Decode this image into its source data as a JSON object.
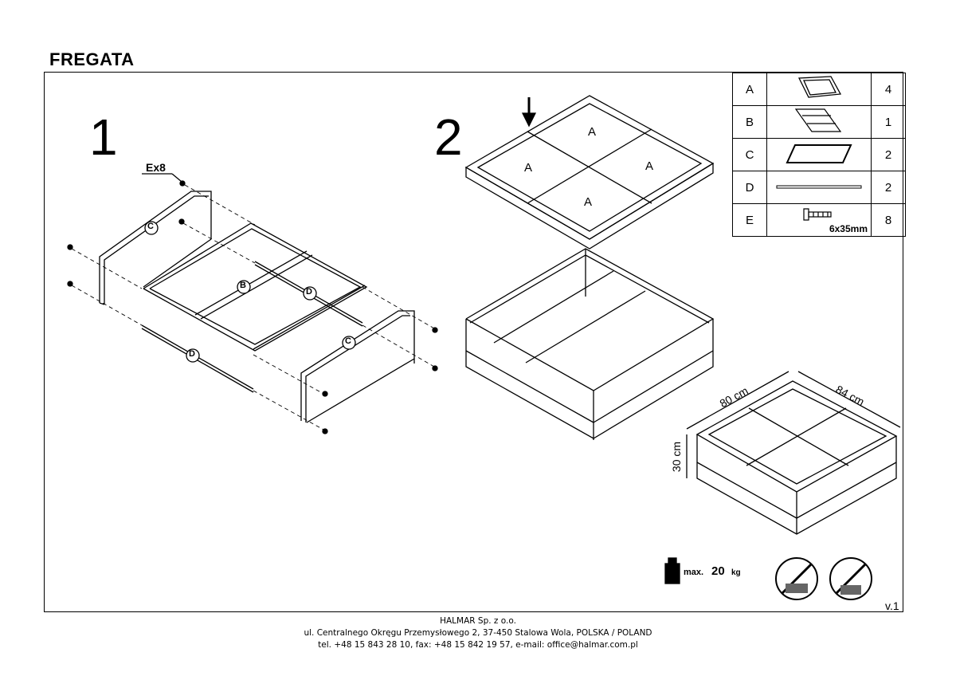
{
  "title": "FREGATA",
  "steps": [
    "1",
    "2"
  ],
  "parts": [
    {
      "code": "A",
      "qty": "4",
      "icon": "tray-panel-icon"
    },
    {
      "code": "B",
      "qty": "1",
      "icon": "center-frame-icon"
    },
    {
      "code": "C",
      "qty": "2",
      "icon": "side-frame-icon"
    },
    {
      "code": "D",
      "qty": "2",
      "icon": "bar-icon"
    },
    {
      "code": "E",
      "qty": "8",
      "icon": "screw-icon",
      "size": "6x35mm"
    }
  ],
  "labels": {
    "screw_callout": "Ex8",
    "c": "C",
    "b": "B",
    "d": "D",
    "a": "A"
  },
  "dimensions": {
    "width": "80 cm",
    "depth": "84 cm",
    "height": "30 cm"
  },
  "max_load": {
    "label": "max.",
    "value": "20",
    "unit": "kg"
  },
  "version": "v.1",
  "footer": {
    "company": "HALMAR Sp. z o.o.",
    "address": "ul. Centralnego Okręgu Przemysłowego 2, 37-450 Stalowa Wola, POLSKA / POLAND",
    "contact": "tel. +48 15 843 28 10, fax: +48 15 842 19 57, e-mail: office@halmar.com.pl"
  }
}
